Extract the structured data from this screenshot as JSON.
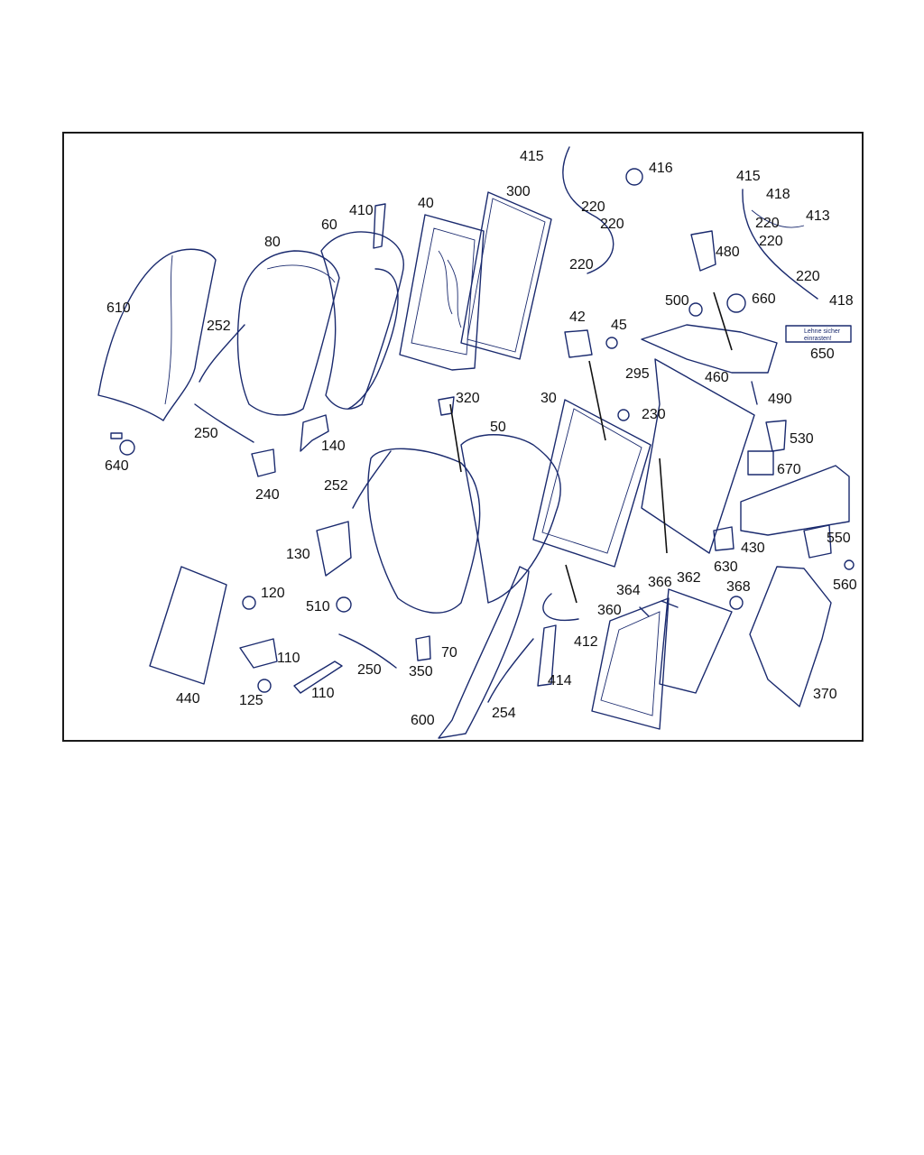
{
  "colors": {
    "line": "#1a2a6e",
    "text": "#111111",
    "border": "#1a1a1a",
    "background": "#ffffff"
  },
  "callouts": [
    {
      "id": "c415a",
      "text": "415"
    },
    {
      "id": "c416",
      "text": "416"
    },
    {
      "id": "c220a",
      "text": "220"
    },
    {
      "id": "c220b",
      "text": "220"
    },
    {
      "id": "c220c",
      "text": "220"
    },
    {
      "id": "c415b",
      "text": "415"
    },
    {
      "id": "c418a",
      "text": "418"
    },
    {
      "id": "c413",
      "text": "413"
    },
    {
      "id": "c220d",
      "text": "220"
    },
    {
      "id": "c220e",
      "text": "220"
    },
    {
      "id": "c220f",
      "text": "220"
    },
    {
      "id": "c418b",
      "text": "418"
    },
    {
      "id": "c410",
      "text": "410"
    },
    {
      "id": "c40",
      "text": "40"
    },
    {
      "id": "c300",
      "text": "300"
    },
    {
      "id": "c60",
      "text": "60"
    },
    {
      "id": "c80",
      "text": "80"
    },
    {
      "id": "c610",
      "text": "610"
    },
    {
      "id": "c252a",
      "text": "252"
    },
    {
      "id": "c480",
      "text": "480"
    },
    {
      "id": "c500",
      "text": "500"
    },
    {
      "id": "c660",
      "text": "660"
    },
    {
      "id": "c42",
      "text": "42"
    },
    {
      "id": "c45",
      "text": "45"
    },
    {
      "id": "c650",
      "text": "650"
    },
    {
      "id": "c295",
      "text": "295"
    },
    {
      "id": "c460",
      "text": "460"
    },
    {
      "id": "c490",
      "text": "490"
    },
    {
      "id": "c320",
      "text": "320"
    },
    {
      "id": "c30",
      "text": "30"
    },
    {
      "id": "c230",
      "text": "230"
    },
    {
      "id": "c50",
      "text": "50"
    },
    {
      "id": "c250a",
      "text": "250"
    },
    {
      "id": "c140",
      "text": "140"
    },
    {
      "id": "c530",
      "text": "530"
    },
    {
      "id": "c640",
      "text": "640"
    },
    {
      "id": "c240",
      "text": "240"
    },
    {
      "id": "c670",
      "text": "670"
    },
    {
      "id": "c252b",
      "text": "252"
    },
    {
      "id": "c550",
      "text": "550"
    },
    {
      "id": "c430",
      "text": "430"
    },
    {
      "id": "c130",
      "text": "130"
    },
    {
      "id": "c630",
      "text": "630"
    },
    {
      "id": "c560",
      "text": "560"
    },
    {
      "id": "c366",
      "text": "366"
    },
    {
      "id": "c362",
      "text": "362"
    },
    {
      "id": "c364",
      "text": "364"
    },
    {
      "id": "c368",
      "text": "368"
    },
    {
      "id": "c120",
      "text": "120"
    },
    {
      "id": "c510",
      "text": "510"
    },
    {
      "id": "c360",
      "text": "360"
    },
    {
      "id": "c110a",
      "text": "110"
    },
    {
      "id": "c412",
      "text": "412"
    },
    {
      "id": "c70",
      "text": "70"
    },
    {
      "id": "c250b",
      "text": "250"
    },
    {
      "id": "c350",
      "text": "350"
    },
    {
      "id": "c414",
      "text": "414"
    },
    {
      "id": "c110b",
      "text": "110"
    },
    {
      "id": "c125",
      "text": "125"
    },
    {
      "id": "c440",
      "text": "440"
    },
    {
      "id": "c370",
      "text": "370"
    },
    {
      "id": "c254",
      "text": "254"
    },
    {
      "id": "c600",
      "text": "600"
    }
  ],
  "warning_label": {
    "line1": "Lehne sicher",
    "line2": "einrasten!"
  }
}
